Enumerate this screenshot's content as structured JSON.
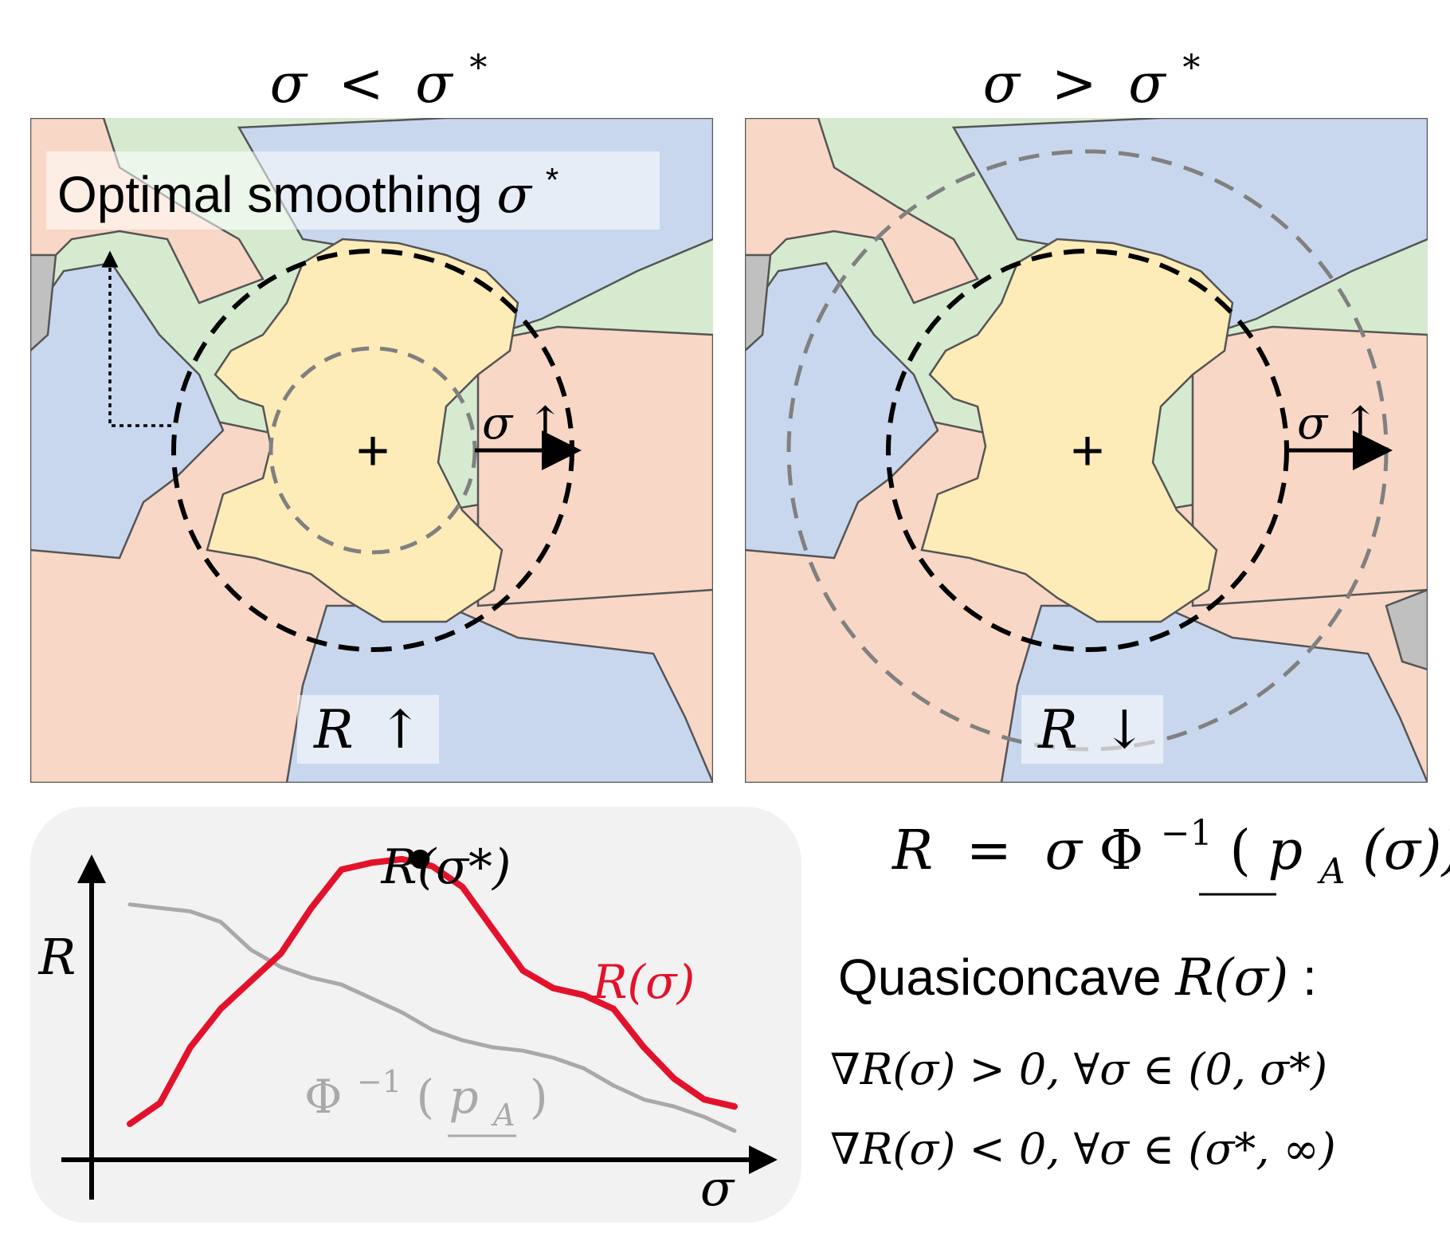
{
  "panels": [
    {
      "id": "left",
      "title": "σ < σ*",
      "title_parts": {
        "sigma": "σ",
        "op": "<",
        "sigma_star": "σ",
        "star": "*"
      },
      "callout": {
        "text": "Optimal smoothing ",
        "sigma": "σ",
        "star": "*"
      },
      "arrow_label": {
        "sigma": "σ",
        "arrow": "↑"
      },
      "radius_label": {
        "R": "R",
        "arrow": "↑"
      },
      "center_mark": "+"
    },
    {
      "id": "right",
      "title": "σ > σ*",
      "title_parts": {
        "sigma": "σ",
        "op": ">",
        "sigma_star": "σ",
        "star": "*"
      },
      "arrow_label": {
        "sigma": "σ",
        "arrow": "↑"
      },
      "radius_label": {
        "R": "R",
        "arrow": "↓"
      },
      "center_mark": "+"
    }
  ],
  "plot": {
    "ylabel": "R",
    "xlabel": "σ",
    "peak_label": "R(σ*)",
    "red_label": "R(σ)",
    "gray_label_prefix": "Φ",
    "gray_label_sup": "−1",
    "gray_label_open": "(",
    "gray_label_p": "p",
    "gray_label_sub": "A",
    "gray_label_close": ")",
    "colors": {
      "red": "#e3122c",
      "gray": "#a9a9a9",
      "background": "#f2f2f2"
    }
  },
  "formula": {
    "lhs": "R",
    "eq": "=",
    "sigma": "σ",
    "phi": "Φ",
    "sup": "−1",
    "open": "(",
    "p": "p",
    "sub": "A",
    "arg": "(σ))"
  },
  "quasi": {
    "title_word": "Quasiconcave ",
    "title_math": "R(σ)",
    "colon": ":",
    "line1": "∇R(σ) > 0, ∀σ ∈ (0, σ*)",
    "line2": "∇R(σ) < 0, ∀σ ∈ (σ*, ∞)"
  },
  "region_colors": {
    "green": "#d6ead0",
    "salmon": "#f8d7c6",
    "blue": "#c9d7ee",
    "yellow": "#fdebb8",
    "gray": "#c0c0c0"
  },
  "chart_data": {
    "type": "line",
    "title": "",
    "xlabel": "σ",
    "ylabel": "R",
    "series": [
      {
        "name": "R(σ)",
        "color": "#e3122c",
        "x": [
          0.0,
          0.05,
          0.1,
          0.15,
          0.2,
          0.25,
          0.3,
          0.35,
          0.4,
          0.45,
          0.5,
          0.55,
          0.6,
          0.65,
          0.7,
          0.75,
          0.8,
          0.85,
          0.9,
          0.95,
          1.0
        ],
        "y": [
          0.0,
          0.06,
          0.22,
          0.33,
          0.41,
          0.49,
          0.62,
          0.73,
          0.75,
          0.76,
          0.74,
          0.68,
          0.56,
          0.44,
          0.39,
          0.37,
          0.33,
          0.22,
          0.13,
          0.07,
          0.05
        ]
      },
      {
        "name": "Φ−1(pA)",
        "color": "#a9a9a9",
        "x": [
          0.0,
          0.05,
          0.1,
          0.15,
          0.2,
          0.25,
          0.3,
          0.35,
          0.4,
          0.45,
          0.5,
          0.55,
          0.6,
          0.65,
          0.7,
          0.75,
          0.8,
          0.85,
          0.9,
          0.95,
          1.0
        ],
        "y": [
          0.63,
          0.62,
          0.61,
          0.58,
          0.5,
          0.45,
          0.42,
          0.4,
          0.36,
          0.32,
          0.27,
          0.24,
          0.22,
          0.21,
          0.19,
          0.16,
          0.11,
          0.07,
          0.05,
          0.02,
          -0.02
        ]
      }
    ],
    "peak": {
      "x": 0.48,
      "y": 0.76,
      "label": "R(σ*)"
    }
  }
}
